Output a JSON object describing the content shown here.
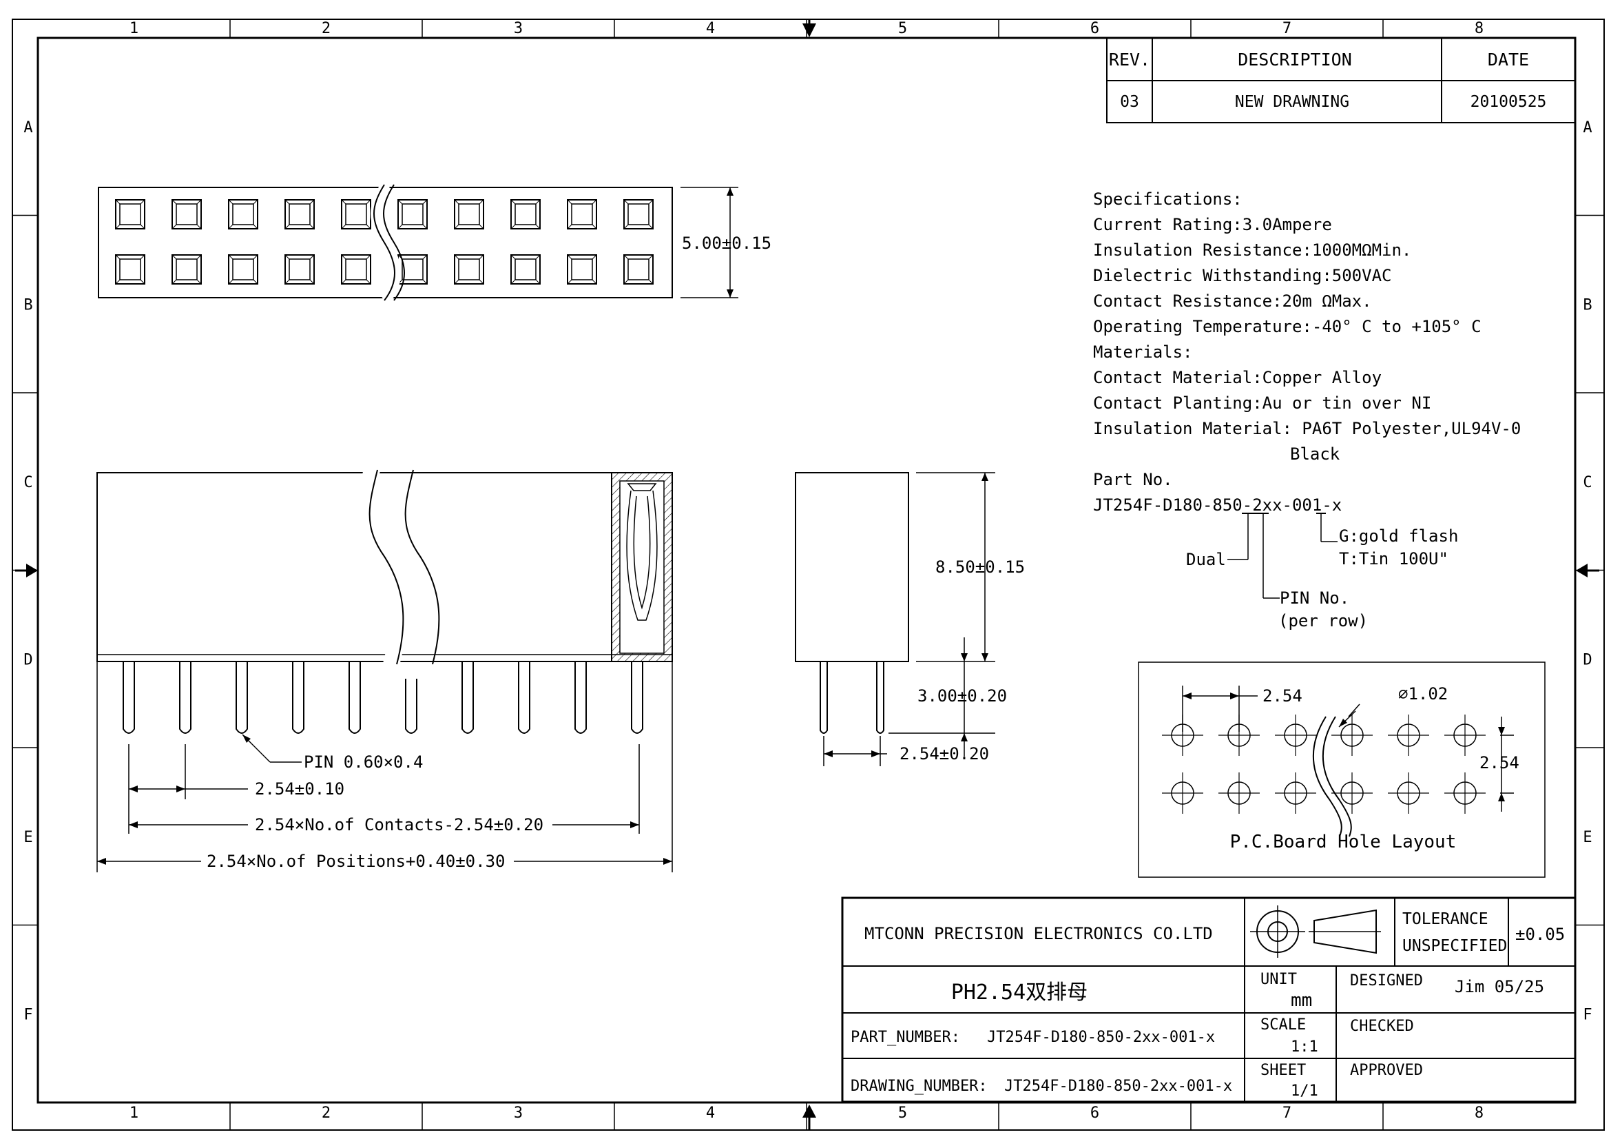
{
  "border": {
    "columns": [
      "1",
      "2",
      "3",
      "4",
      "5",
      "6",
      "7",
      "8"
    ],
    "rows": [
      "A",
      "B",
      "C",
      "D",
      "E",
      "F"
    ]
  },
  "revision_table": {
    "headers": {
      "rev": "REV.",
      "description": "DESCRIPTION",
      "date": "DATE"
    },
    "row": {
      "rev": "03",
      "description": "NEW DRAWNING",
      "date": "20100525"
    }
  },
  "top_view": {
    "rows": 2,
    "cavities_per_row": 10,
    "height_dim": "5.00±0.15"
  },
  "front_view": {
    "pins": 10,
    "pin_note": "PIN 0.60×0.4",
    "pitch_dim": "2.54±0.10",
    "contacts_dim": "2.54×No.of Contacts-2.54±0.20",
    "positions_dim": "2.54×No.of Positions+0.40±0.30"
  },
  "side_view": {
    "height_dim": "8.50±0.15",
    "tail_dim": "3.00±0.20",
    "row_pitch_dim": "2.54±0.20"
  },
  "specifications": {
    "lines": [
      "Specifications:",
      "Current Rating:3.0Ampere",
      "Insulation Resistance:1000MΩMin.",
      "Dielectric Withstanding:500VAC",
      "Contact Resistance:20m ΩMax.",
      "Operating Temperature:-40° C to +105° C",
      "Materials:",
      "Contact Material:Copper Alloy",
      "Contact Planting:Au or tin over NI",
      "Insulation Material: PA6T Polyester,UL94V-0",
      "Black"
    ]
  },
  "part_number_callout": {
    "title": "Part No.",
    "code": "JT254F-D180-850-2xx-001-x",
    "dual": "Dual",
    "pin_no": "PIN No.",
    "per_row": "(per row)",
    "gold": "G:gold flash",
    "tin": "T:Tin 100U\""
  },
  "pcb_layout": {
    "pitch": "2.54",
    "hole_diameter": "∅1.02",
    "row_pitch": "2.54",
    "title": "P.C.Board Hole Layout"
  },
  "title_block": {
    "company": "MTCONN PRECISION ELECTRONICS CO.LTD",
    "tolerance_label_1": "TOLERANCE",
    "tolerance_label_2": "UNSPECIFIED",
    "tolerance_value": "±0.05",
    "product_name": "PH2.54双排母",
    "unit_label": "UNIT",
    "unit_value": "mm",
    "designed_label": "DESIGNED",
    "designed_value": "Jim 05/25",
    "part_number_label": "PART_NUMBER:",
    "part_number_value": "JT254F-D180-850-2xx-001-x",
    "scale_label": "SCALE",
    "scale_value": "1:1",
    "checked_label": "CHECKED",
    "drawing_number_label": "DRAWING_NUMBER:",
    "drawing_number_value": "JT254F-D180-850-2xx-001-x",
    "sheet_label": "SHEET",
    "sheet_value": "1/1",
    "approved_label": "APPROVED"
  }
}
